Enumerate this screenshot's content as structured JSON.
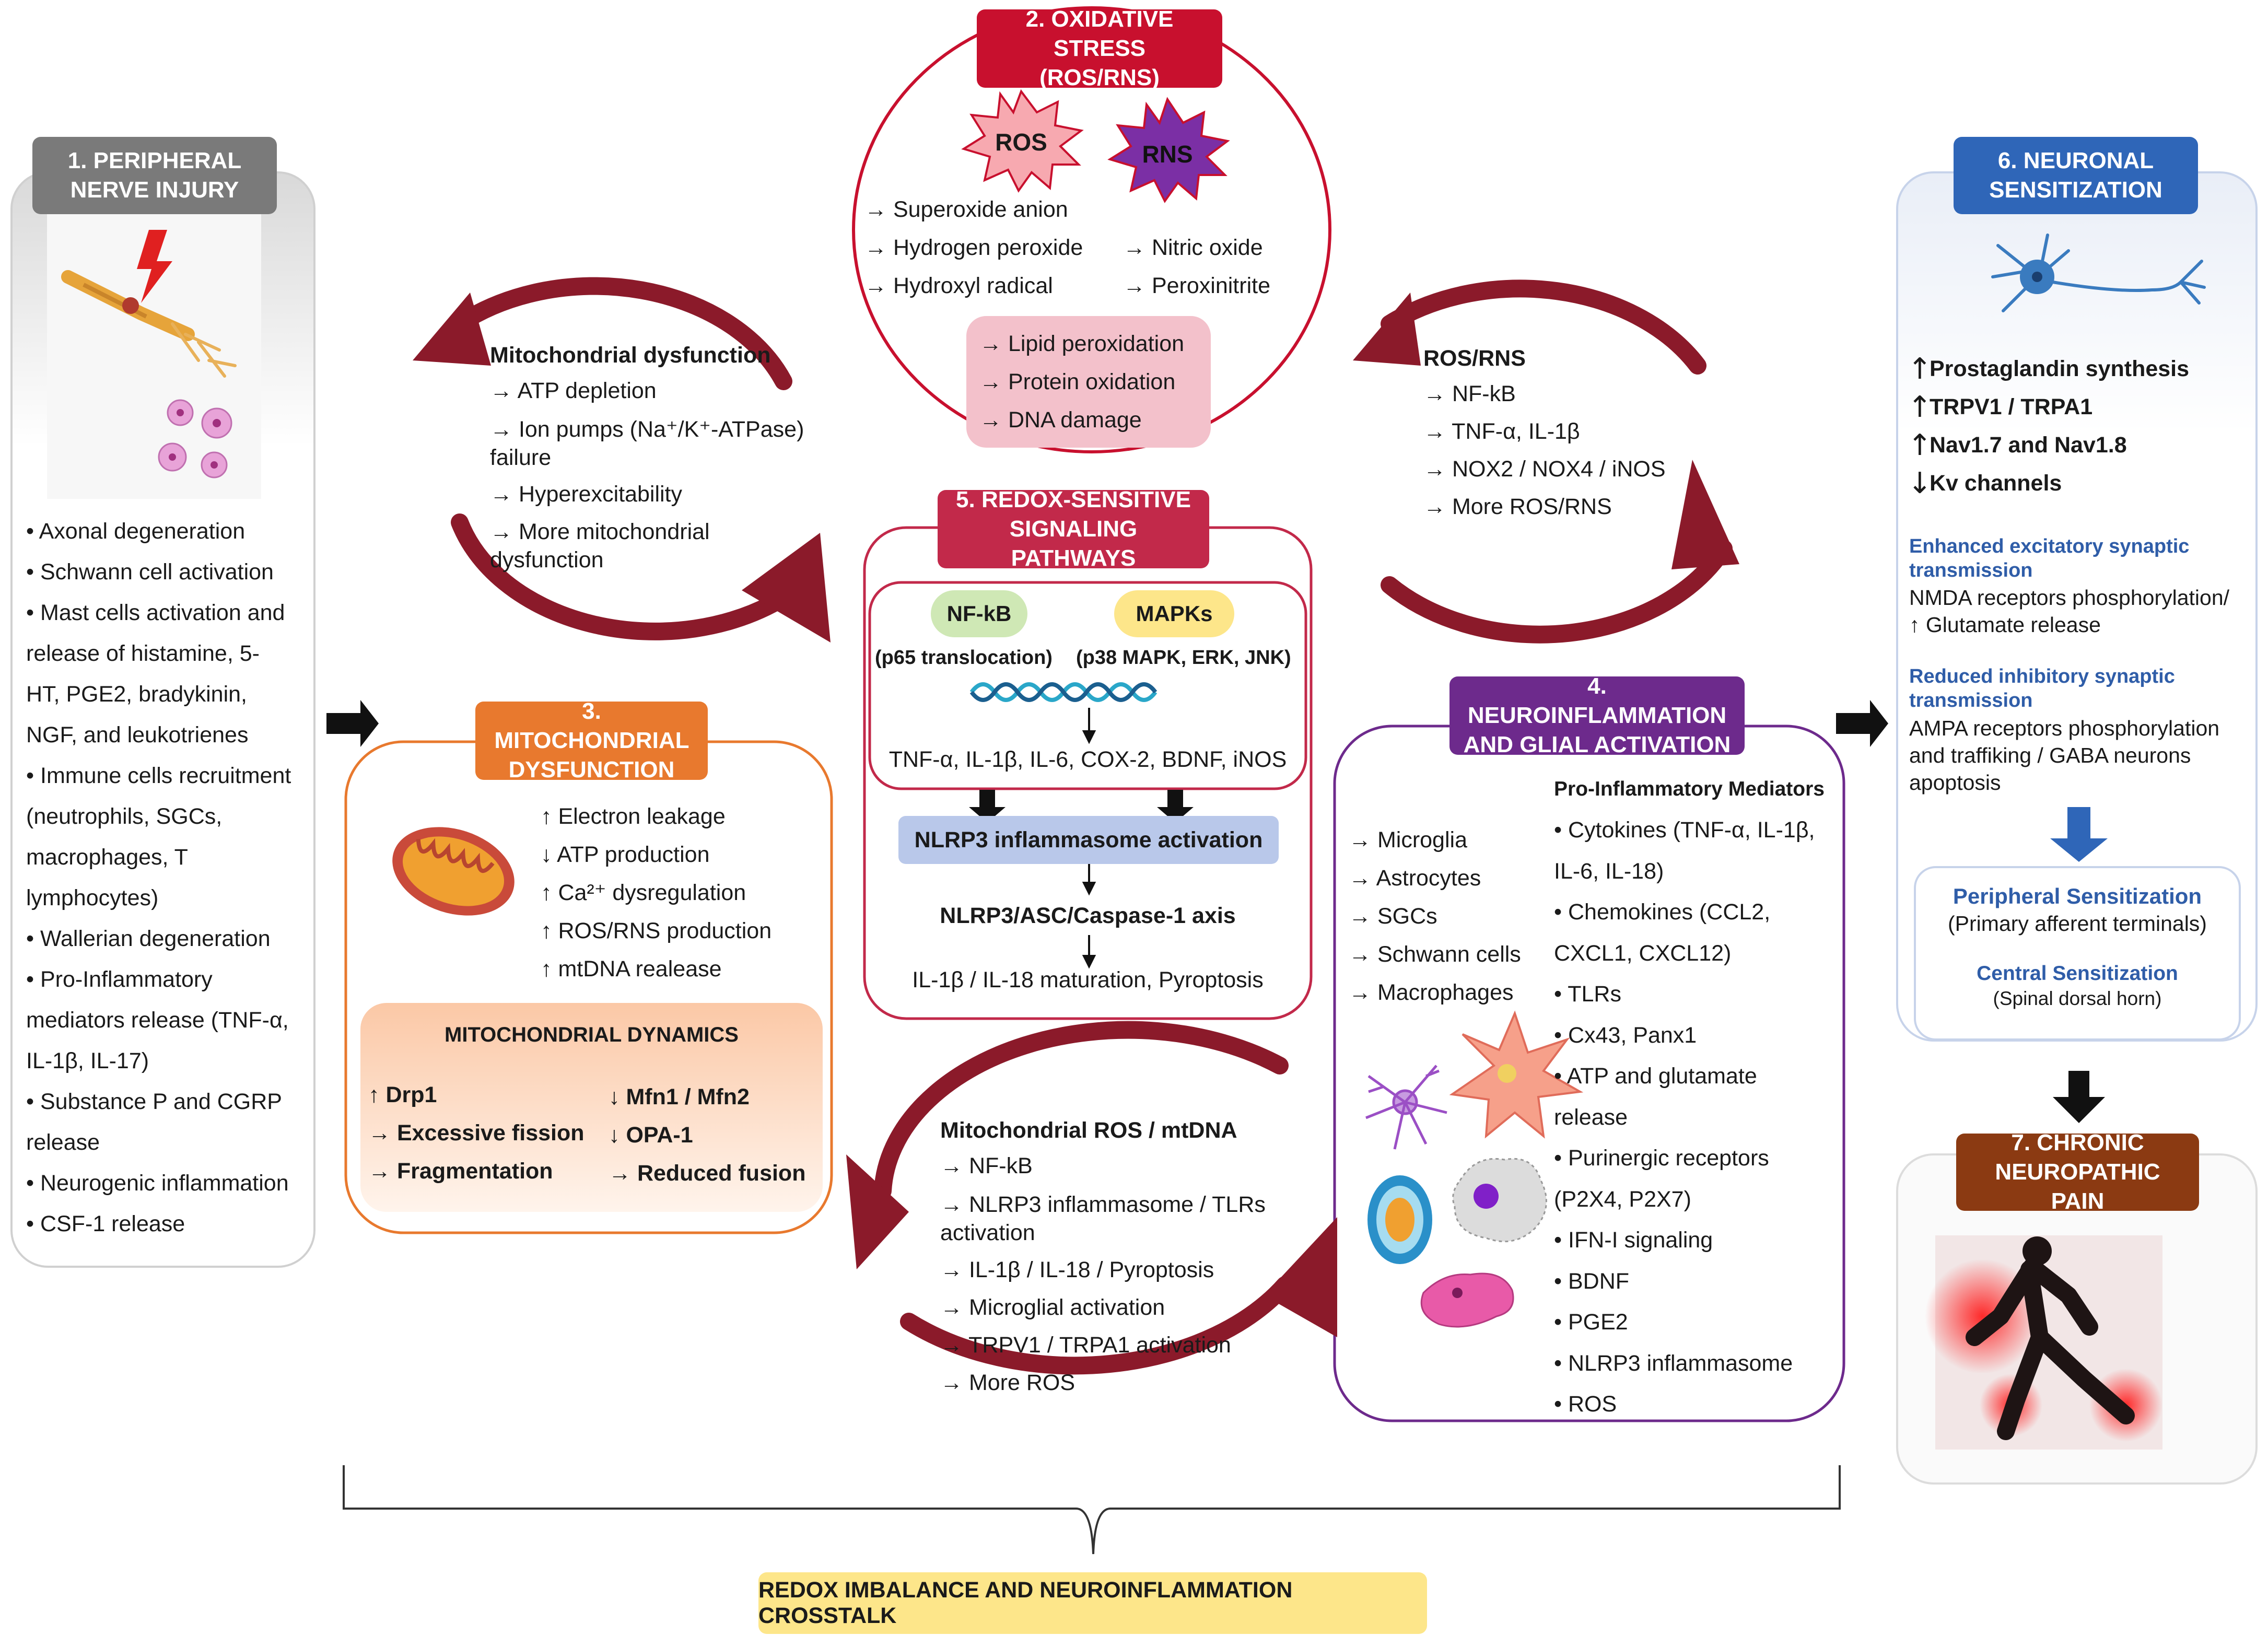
{
  "colors": {
    "dark_red": "#8b1a2a",
    "grey_header": "#7a7a7a",
    "red_header": "#c8102e",
    "orange_header": "#e8792e",
    "crimson_header": "#c2294a",
    "purple_header": "#6d2a8c",
    "blue_header": "#2f66b8",
    "brown_header": "#8b3a12",
    "yellow_box": "#fde68a",
    "pink_box": "#f3c1cb",
    "lavender_box": "#b9c8ea",
    "peach_box": "#fbd5bb",
    "blue_text": "#2f5da8"
  },
  "icons": [
    "nerve-injury-icon",
    "lightning-icon",
    "mast-cell-icon",
    "ros-burst-icon",
    "rns-burst-icon",
    "mitochondrion-icon",
    "dna-helix-icon",
    "microglia-icon",
    "astrocyte-icon",
    "macrophage-icon",
    "schwann-cell-icon",
    "neuron-icon",
    "pain-figure-icon"
  ],
  "s1": {
    "title": "1. PERIPHERAL NERVE INJURY",
    "bullets": [
      "• Axonal degeneration",
      "• Schwann cell activation",
      "• Mast cells activation and",
      "release of histamine, 5-",
      "HT, PGE2, bradykinin,",
      "NGF, and leukotrienes",
      "• Immune cells recruitment",
      "(neutrophils, SGCs,",
      "macrophages, T",
      "lymphocytes)",
      "• Wallerian degeneration",
      "• Pro-Inflammatory",
      "mediators release (TNF-α,",
      "IL-1β, IL-17)",
      "• Substance P and CGRP",
      "release",
      "• Neurogenic inflammation",
      "• CSF-1 release"
    ]
  },
  "s2": {
    "title": "2. OXIDATIVE STRESS (ROS/RNS)",
    "ros": "ROS",
    "rns": "RNS",
    "ros_items": [
      "→ Superoxide anion",
      "→ Hydrogen peroxide",
      "→ Hydroxyl radical"
    ],
    "rns_items": [
      "→ Nitric oxide",
      "→ Peroxinitrite"
    ],
    "damage": [
      "→ Lipid peroxidation",
      "→ Protein oxidation",
      "→ DNA damage"
    ]
  },
  "cycle_left": {
    "title": "Mitochondrial dysfunction",
    "lines": [
      "→ ATP depletion",
      "→ Ion pumps (Na⁺/K⁺-ATPase)",
      "failure",
      "→  Hyperexcitability",
      "→ More mitochondrial",
      "dysfunction"
    ]
  },
  "cycle_right": {
    "title": "ROS/RNS",
    "lines": [
      "→ NF-kB",
      "→ TNF-α, IL-1β",
      "→ NOX2 / NOX4 / iNOS",
      "→ More ROS/RNS"
    ]
  },
  "s3": {
    "title": "3. MITOCHONDRIAL DYSFUNCTION",
    "items": [
      "↑ Electron leakage",
      "↓ ATP production",
      "↑ Ca²⁺ dysregulation",
      "↑ ROS/RNS production",
      "↑ mtDNA realease"
    ],
    "dyn_title": "MITOCHONDRIAL DYNAMICS",
    "dyn_left": [
      "↑ Drp1",
      "→ Excessive fission",
      "→ Fragmentation"
    ],
    "dyn_right": [
      "↓ Mfn1 / Mfn2",
      "↓ OPA-1",
      "→ Reduced fusion"
    ]
  },
  "s5": {
    "title": "5. REDOX-SENSITIVE SIGNALING PATHWAYS",
    "nfkb": "NF-kB",
    "mapks": "MAPKs",
    "nfkb_sub": "(p65 translocation)",
    "mapks_sub": "(p38 MAPK, ERK, JNK)",
    "cytokines": "TNF-α, IL-1β, IL-6, COX-2, BDNF, iNOS",
    "nlrp3": "NLRP3 inflammasome activation",
    "axis": "NLRP3/ASC/Caspase-1 axis",
    "maturation": "IL-1β / IL-18 maturation, Pyroptosis"
  },
  "cycle_bottom": {
    "title": "Mitochondrial ROS / mtDNA",
    "lines": [
      "→ NF-kB",
      "→ NLRP3 inflammasome / TLRs",
      "activation",
      "→ IL-1β / IL-18 / Pyroptosis",
      "→ Microglial activation",
      "→ TRPV1 / TRPA1 activation",
      "→ More ROS"
    ]
  },
  "s4": {
    "title": "4. NEUROINFLAMMATION AND GLIAL ACTIVATION",
    "cells": [
      "→ Microglia",
      "→ Astrocytes",
      "→ SGCs",
      "→ Schwann cells",
      "→ Macrophages"
    ],
    "mediators_title": "Pro-Inflammatory Mediators",
    "mediators": [
      "• Cytokines (TNF-α, IL-1β,",
      "IL-6, IL-18)",
      "• Chemokines (CCL2,",
      "CXCL1, CXCL12)",
      "• TLRs",
      "• Cx43, Panx1",
      "• ATP and glutamate",
      "release",
      "• Purinergic receptors",
      "(P2X4, P2X7)",
      "• IFN-I signaling",
      "• BDNF",
      "• PGE2",
      "• NLRP3 inflammasome",
      "• ROS"
    ]
  },
  "s6": {
    "title": "6. NEURONAL SENSITIZATION",
    "items": [
      "Prostaglandin synthesis",
      "TRPV1 / TRPA1",
      "Nav1.7 and Nav1.8",
      "Kv channels"
    ],
    "item_arrows": [
      "↑",
      "↑",
      "↑",
      "↓"
    ],
    "exc_title": "Enhanced excitatory synaptic transmission",
    "exc_text": [
      "NMDA receptors phosphorylation/",
      "↑ Glutamate release"
    ],
    "inh_title": "Reduced inhibitory synaptic transmission",
    "inh_text": [
      "AMPA receptors phosphorylation",
      "and traffiking  / GABA neurons",
      "apoptosis"
    ],
    "peripheral": "Peripheral Sensitization",
    "peripheral_sub": "(Primary afferent terminals)",
    "central": "Central Sensitization",
    "central_sub": "(Spinal dorsal horn)"
  },
  "s7": {
    "title": "7. CHRONIC NEUROPATHIC PAIN"
  },
  "footer": {
    "label": "REDOX IMBALANCE AND NEUROINFLAMMATION CROSSTALK"
  }
}
